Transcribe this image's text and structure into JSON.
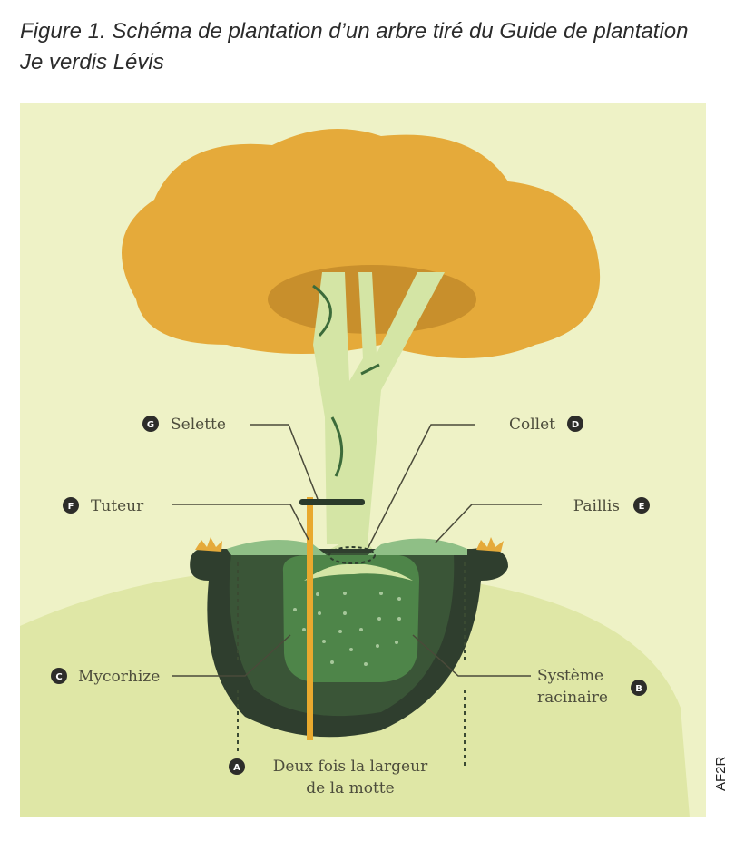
{
  "caption": "Figure 1. Schéma de plantation d’un arbre tiré du Guide de plantation Je verdis Lévis",
  "labels": {
    "A": {
      "badge": "A",
      "line1": "Deux fois la largeur",
      "line2": "de la motte"
    },
    "B": {
      "badge": "B",
      "line1": "Système",
      "line2": "racinaire"
    },
    "C": {
      "badge": "C",
      "text": "Mycorhize"
    },
    "D": {
      "badge": "D",
      "text": "Collet"
    },
    "E": {
      "badge": "E",
      "text": "Paillis"
    },
    "F": {
      "badge": "F",
      "text": "Tuteur"
    },
    "G": {
      "badge": "G",
      "text": "Selette"
    }
  },
  "credit": "AF2R",
  "colors": {
    "background": "#eef2c6",
    "ground": "#dfe7a6",
    "canopy": "#e5aa3a",
    "trunk": "#d4e5a5",
    "soil": "#2f3e2e",
    "rootball": "#4e8549",
    "stake": "#e8a92e"
  }
}
